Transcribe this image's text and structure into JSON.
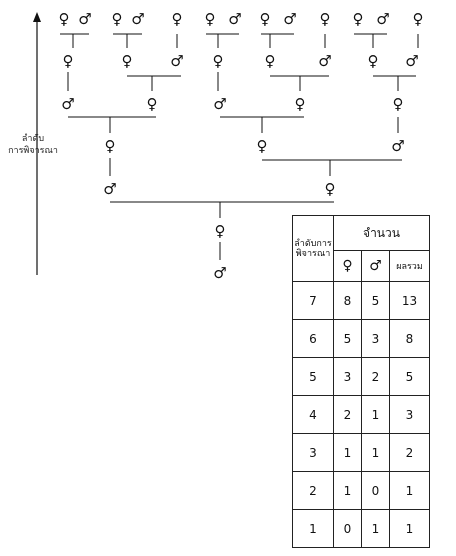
{
  "symbols": {
    "female": "♀",
    "male": "♂"
  },
  "axis": {
    "label_line1": "ลำดับ",
    "label_line2": "การพิจารณา"
  },
  "tree": {
    "nodes": [
      {
        "id": "g1",
        "sex": "female"
      },
      {
        "id": "g2",
        "sex": "male"
      },
      {
        "id": "g3",
        "sex": "female"
      },
      {
        "id": "g4",
        "sex": "male"
      },
      {
        "id": "g5",
        "sex": "female"
      },
      {
        "id": "g6",
        "sex": "female"
      },
      {
        "id": "g7",
        "sex": "male"
      },
      {
        "id": "g8",
        "sex": "female"
      },
      {
        "id": "g9",
        "sex": "male"
      },
      {
        "id": "g10",
        "sex": "female"
      },
      {
        "id": "g11",
        "sex": "female"
      },
      {
        "id": "g12",
        "sex": "male"
      },
      {
        "id": "g13",
        "sex": "female"
      },
      {
        "id": "p1",
        "sex": "female"
      },
      {
        "id": "p2",
        "sex": "female"
      },
      {
        "id": "p3",
        "sex": "male"
      },
      {
        "id": "p4",
        "sex": "female"
      },
      {
        "id": "p5",
        "sex": "female"
      },
      {
        "id": "p6",
        "sex": "male"
      },
      {
        "id": "p7",
        "sex": "female"
      },
      {
        "id": "p8",
        "sex": "male"
      },
      {
        "id": "m1",
        "sex": "male"
      },
      {
        "id": "m2",
        "sex": "female"
      },
      {
        "id": "m3",
        "sex": "male"
      },
      {
        "id": "m4",
        "sex": "female"
      },
      {
        "id": "m5",
        "sex": "female"
      },
      {
        "id": "l1",
        "sex": "female"
      },
      {
        "id": "l2",
        "sex": "female"
      },
      {
        "id": "l3",
        "sex": "male"
      },
      {
        "id": "k1",
        "sex": "male"
      },
      {
        "id": "k2",
        "sex": "female"
      },
      {
        "id": "r1",
        "sex": "female"
      },
      {
        "id": "r0",
        "sex": "male"
      }
    ]
  },
  "table": {
    "header_order": "ลำดับการพิจารณา",
    "header_count": "จำนวน",
    "header_female": "♀",
    "header_male": "♂",
    "header_total": "ผลรวม",
    "rows": [
      {
        "order": "7",
        "female": "8",
        "male": "5",
        "total": "13"
      },
      {
        "order": "6",
        "female": "5",
        "male": "3",
        "total": "8"
      },
      {
        "order": "5",
        "female": "3",
        "male": "2",
        "total": "5"
      },
      {
        "order": "4",
        "female": "2",
        "male": "1",
        "total": "3"
      },
      {
        "order": "3",
        "female": "1",
        "male": "1",
        "total": "2"
      },
      {
        "order": "2",
        "female": "1",
        "male": "0",
        "total": "1"
      },
      {
        "order": "1",
        "female": "0",
        "male": "1",
        "total": "1"
      }
    ]
  }
}
